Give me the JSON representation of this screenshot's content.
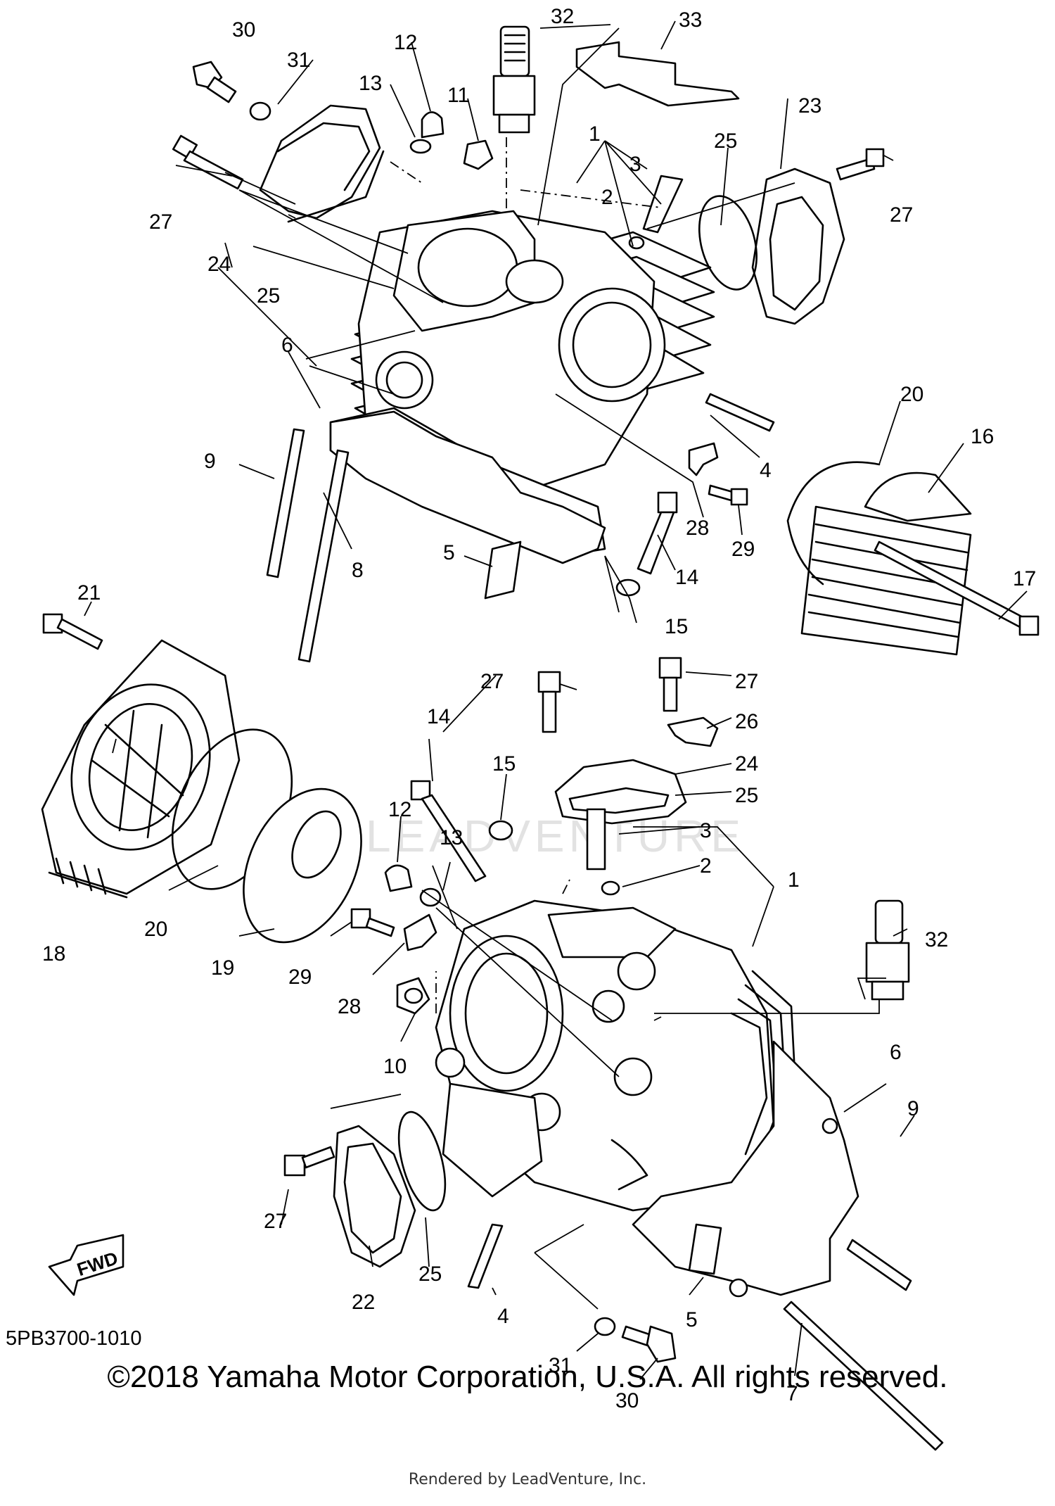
{
  "diagram_id": "5PB3700-1010",
  "copyright": "©2018 Yamaha Motor Corporation, U.S.A. All rights reserved.",
  "rendered_by": "Rendered by LeadVenture, Inc.",
  "watermark": "LEADVENTURE",
  "fwd_label": "FWD",
  "callouts": {
    "c1a": "1",
    "c2a": "2",
    "c3a": "3",
    "c4a": "4",
    "c5a": "5",
    "c6a": "6",
    "c8a": "8",
    "c9a": "9",
    "c11a": "11",
    "c12a": "12",
    "c13a": "13",
    "c14a": "14",
    "c15a": "15",
    "c16a": "16",
    "c17a": "17",
    "c20a": "20",
    "c23a": "23",
    "c24a": "24",
    "c25a": "25",
    "c25b": "25",
    "c27a": "27",
    "c27b": "27",
    "c28a": "28",
    "c29a": "29",
    "c30a": "30",
    "c31a": "31",
    "c32a": "32",
    "c33a": "33",
    "c1b": "1",
    "c2b": "2",
    "c3b": "3",
    "c4b": "4",
    "c5b": "5",
    "c6b": "6",
    "c7b": "7",
    "c9b": "9",
    "c10b": "10",
    "c12b": "12",
    "c13b": "13",
    "c14b": "14",
    "c15b": "15",
    "c18b": "18",
    "c19b": "19",
    "c20b": "20",
    "c21b": "21",
    "c22b": "22",
    "c24b": "24",
    "c25c": "25",
    "c25d": "25",
    "c26b": "26",
    "c27c": "27",
    "c27d": "27",
    "c27e": "27",
    "c28b": "28",
    "c29b": "29",
    "c30b": "30",
    "c31b": "31",
    "c32b": "32"
  }
}
